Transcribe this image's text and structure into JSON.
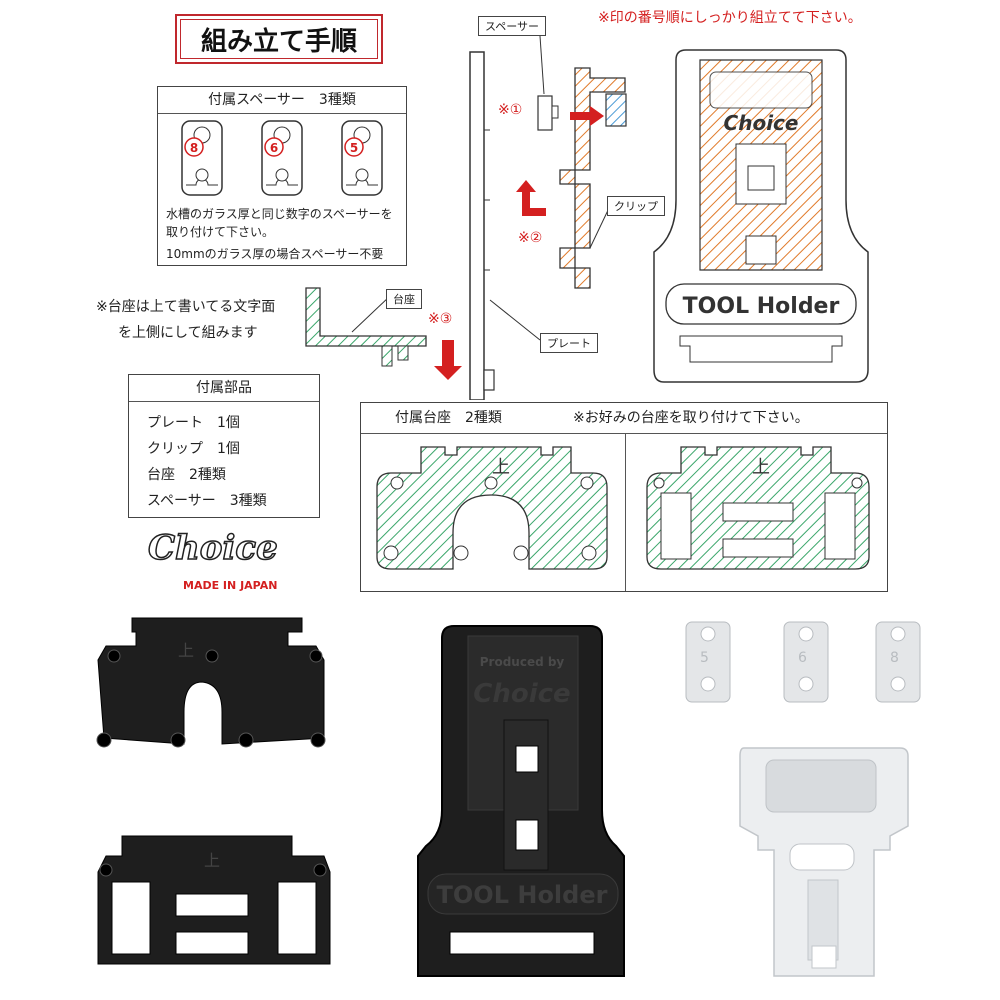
{
  "title": "組み立て手順",
  "top_note": "※印の番号順にしっかり組立てて下さい。",
  "spacer_box": {
    "header": "付属スペーサー　3種類",
    "numbers": [
      "8",
      "6",
      "5"
    ],
    "note_line1": "水槽のガラス厚と同じ数字のスペーサーを",
    "note_line2": "取り付けて下さい。",
    "note_line3": "10mmのガラス厚の場合スペーサー不要"
  },
  "base_note_line1": "※台座は上て書いてる文字面",
  "base_note_line2": "を上側にして組みます",
  "labels": {
    "spacer": "スペーサー",
    "clip": "クリップ",
    "plate": "プレート",
    "base": "台座",
    "step1": "※①",
    "step2": "※②",
    "step3": "※③"
  },
  "parts_box": {
    "header": "付属部品",
    "items": [
      "プレート　1個",
      "クリップ　1個",
      "台座　2種類",
      "スペーサー　3種類"
    ]
  },
  "base_types": {
    "header": "付属台座　2種類",
    "note": "※お好みの台座を取り付けて下さい。",
    "up_mark": "上"
  },
  "brand": {
    "logo": "Choice",
    "made": "MADE IN JAPAN",
    "produced_by": "Produced by",
    "product_name": "TOOL Holder"
  },
  "colors": {
    "accent_red": "#d42020",
    "hatch_green": "#3aa66a",
    "hatch_orange": "#e07a2a",
    "black_part": "#1e1e1e",
    "clear_part": "#e4e6e8"
  }
}
